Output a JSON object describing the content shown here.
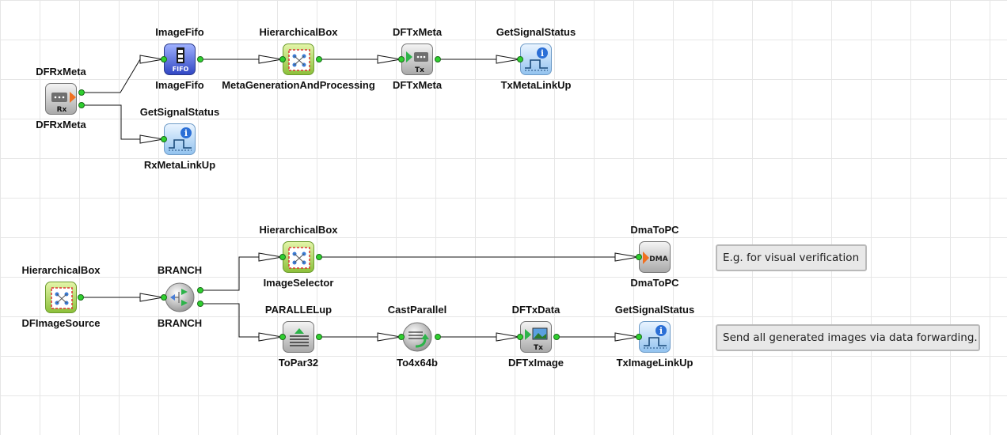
{
  "nodes": {
    "dfrxmeta": {
      "title": "DFRxMeta",
      "name": "DFRxMeta"
    },
    "imagefifo": {
      "title": "ImageFifo",
      "name": "ImageFifo"
    },
    "hb_meta": {
      "title": "HierarchicalBox",
      "name": "MetaGenerationAndProcessing"
    },
    "dftxmeta": {
      "title": "DFTxMeta",
      "name": "DFTxMeta"
    },
    "gss_txmeta": {
      "title": "GetSignalStatus",
      "name": "TxMetaLinkUp"
    },
    "gss_rxmeta": {
      "title": "GetSignalStatus",
      "name": "RxMetaLinkUp"
    },
    "hb_source": {
      "title": "HierarchicalBox",
      "name": "DFImageSource"
    },
    "branch": {
      "title": "BRANCH",
      "name": "BRANCH"
    },
    "hb_selector": {
      "title": "HierarchicalBox",
      "name": "ImageSelector"
    },
    "dmatopc": {
      "title": "DmaToPC",
      "name": "DmaToPC"
    },
    "parallelup": {
      "title": "PARALLELup",
      "name": "ToPar32"
    },
    "castparallel": {
      "title": "CastParallel",
      "name": "To4x64b"
    },
    "dftxdata": {
      "title": "DFTxData",
      "name": "DFTxImage"
    },
    "gss_tximage": {
      "title": "GetSignalStatus",
      "name": "TxImageLinkUp"
    }
  },
  "icons": {
    "rx": "Rx",
    "fifo": "FIFO",
    "tx": "Tx",
    "dma": "DMA"
  },
  "notes": {
    "visual": "E.g. for visual verification",
    "forwarding": "Send all generated images via data forwarding."
  },
  "colors": {
    "port": "#2fcf2f",
    "wire": "#111111",
    "fifo": "#3147c4",
    "hierarchical": "#8cc03a",
    "signal_status": "#93c3ef",
    "rx_arrow": "#f07020"
  }
}
